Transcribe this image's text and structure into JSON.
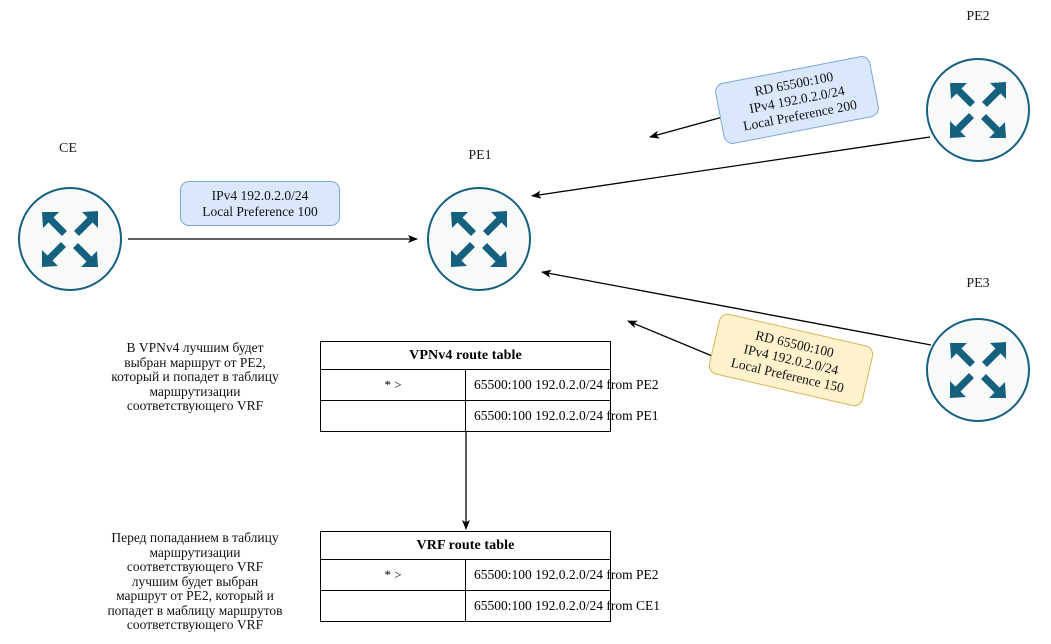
{
  "diagram": {
    "nodes": [
      {
        "id": "ce",
        "label": "CE",
        "icon": "router-icon"
      },
      {
        "id": "pe1",
        "label": "PE1",
        "icon": "router-icon"
      },
      {
        "id": "pe2",
        "label": "PE2",
        "icon": "router-icon"
      },
      {
        "id": "pe3",
        "label": "PE3",
        "icon": "router-icon"
      }
    ],
    "callouts": [
      {
        "id": "ce-advert",
        "color": "#dae8fc",
        "border": "#7ea6e0",
        "text": "IPv4 192.0.2.0/24\nLocal Preference 100"
      },
      {
        "id": "pe2-advert",
        "color": "#dae8fc",
        "border": "#7ea6e0",
        "text": "RD 65500:100\nIPv4 192.0.2.0/24\nLocal Preference 200"
      },
      {
        "id": "pe3-advert",
        "color": "#fff2cc",
        "border": "#d6b656",
        "text": "RD 65500:100\nIPv4 192.0.2.0/24\nLocal Preference 150"
      }
    ],
    "notes": [
      {
        "id": "note-vpnv4",
        "text": "В VPNv4 лучшим будет\nвыбран маршрут от PE2,\nкоторый и попадет в таблицу\nмаршрутизации\nсоответствующего VRF"
      },
      {
        "id": "note-vrf",
        "text": "Перед попаданием в таблицу\nмаршрутизации\nсоответствующего VRF\nлучшим будет выбран\nмаршрут от PE2, который и\nпопадет в маблицу маршрутов\nсоответствующего VRF"
      }
    ],
    "tables": [
      {
        "id": "vpnv4-route-table",
        "title": "VPNv4 route table",
        "rows": [
          {
            "flag": "* >",
            "route": "65500:100 192.0.2.0/24 from  PE2"
          },
          {
            "flag": "",
            "route": "65500:100 192.0.2.0/24 from  PE1"
          }
        ]
      },
      {
        "id": "vrf-route-table",
        "title": "VRF route  table",
        "rows": [
          {
            "flag": "* >",
            "route": "65500:100 192.0.2.0/24 from  PE2"
          },
          {
            "flag": "",
            "route": "65500:100 192.0.2.0/24 from  CE1"
          }
        ]
      }
    ],
    "colors": {
      "router_stroke": "#16607f",
      "router_fill": "#f9fbfb",
      "arrow_glyph": "#16607f",
      "edge": "#000000"
    }
  }
}
